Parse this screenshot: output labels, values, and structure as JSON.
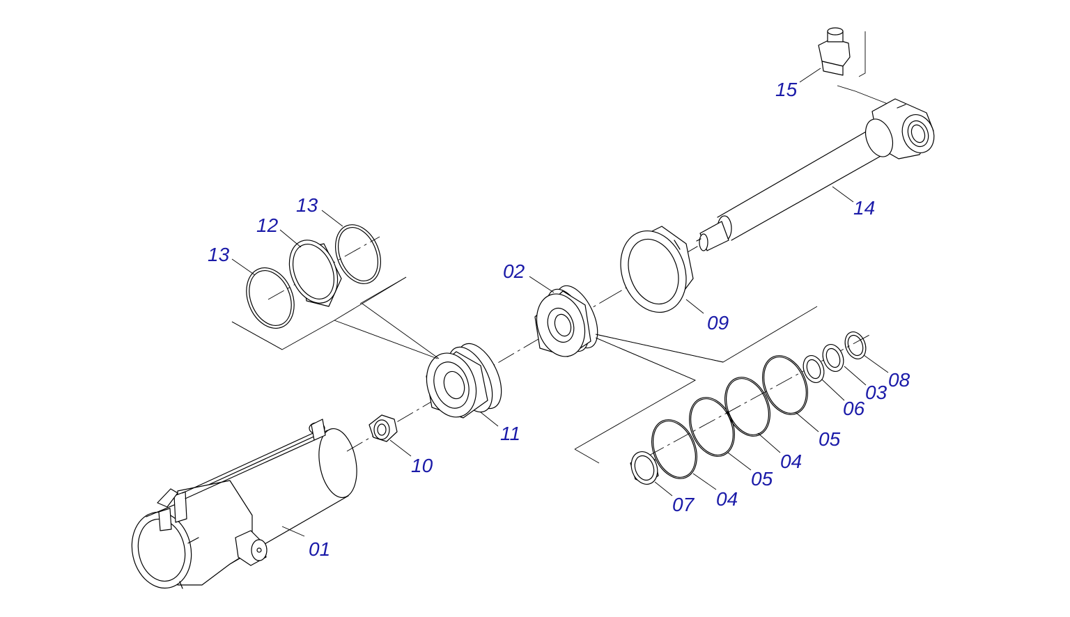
{
  "label_color": "#1a1aa8",
  "line_color": "#000000",
  "callouts": [
    {
      "id": "p01",
      "text": "01"
    },
    {
      "id": "p02",
      "text": "02"
    },
    {
      "id": "p03",
      "text": "03"
    },
    {
      "id": "p04a",
      "text": "04"
    },
    {
      "id": "p04b",
      "text": "04"
    },
    {
      "id": "p05a",
      "text": "05"
    },
    {
      "id": "p05b",
      "text": "05"
    },
    {
      "id": "p06",
      "text": "06"
    },
    {
      "id": "p07",
      "text": "07"
    },
    {
      "id": "p08",
      "text": "08"
    },
    {
      "id": "p09",
      "text": "09"
    },
    {
      "id": "p10",
      "text": "10"
    },
    {
      "id": "p11",
      "text": "11"
    },
    {
      "id": "p12",
      "text": "12"
    },
    {
      "id": "p13a",
      "text": "13"
    },
    {
      "id": "p13b",
      "text": "13"
    },
    {
      "id": "p14",
      "text": "14"
    },
    {
      "id": "p15",
      "text": "15"
    }
  ]
}
